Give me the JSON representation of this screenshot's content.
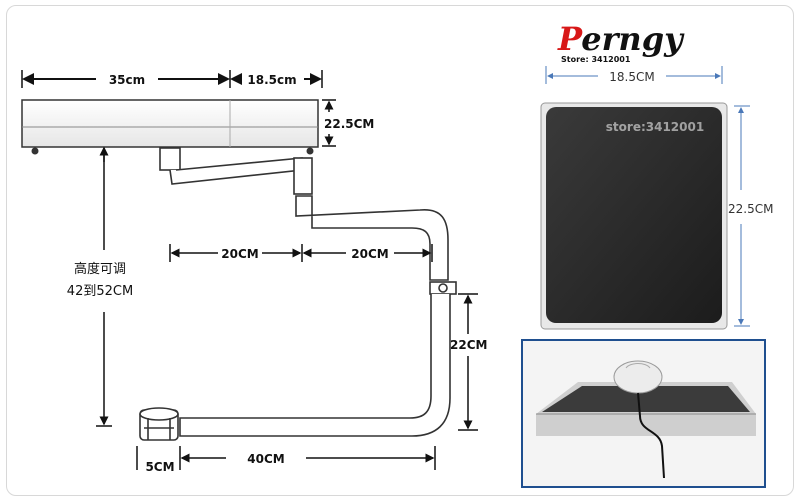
{
  "brand": {
    "first_letter": "P",
    "rest": "erngy",
    "store_line": "Store: 3412001",
    "colors": {
      "first_letter": "#d81818",
      "text": "#111111"
    }
  },
  "diagram": {
    "tray_length_1": "35cm",
    "tray_length_2": "18.5cm",
    "tray_depth": "22.5CM",
    "height_label_line1": "高度可调",
    "height_label_line2": "42到52CM",
    "arm_segment_1": "20CM",
    "arm_segment_2": "20CM",
    "vertical_drop": "22CM",
    "base_length": "40CM",
    "clamp_width": "5CM"
  },
  "pad_photo": {
    "width_label": "18.5CM",
    "height_label": "22.5CM",
    "watermark": "store:3412001",
    "colors": {
      "dim_line": "#4a78b8",
      "pad": "#2a2a2a",
      "frame": "#1f4f8f"
    }
  }
}
